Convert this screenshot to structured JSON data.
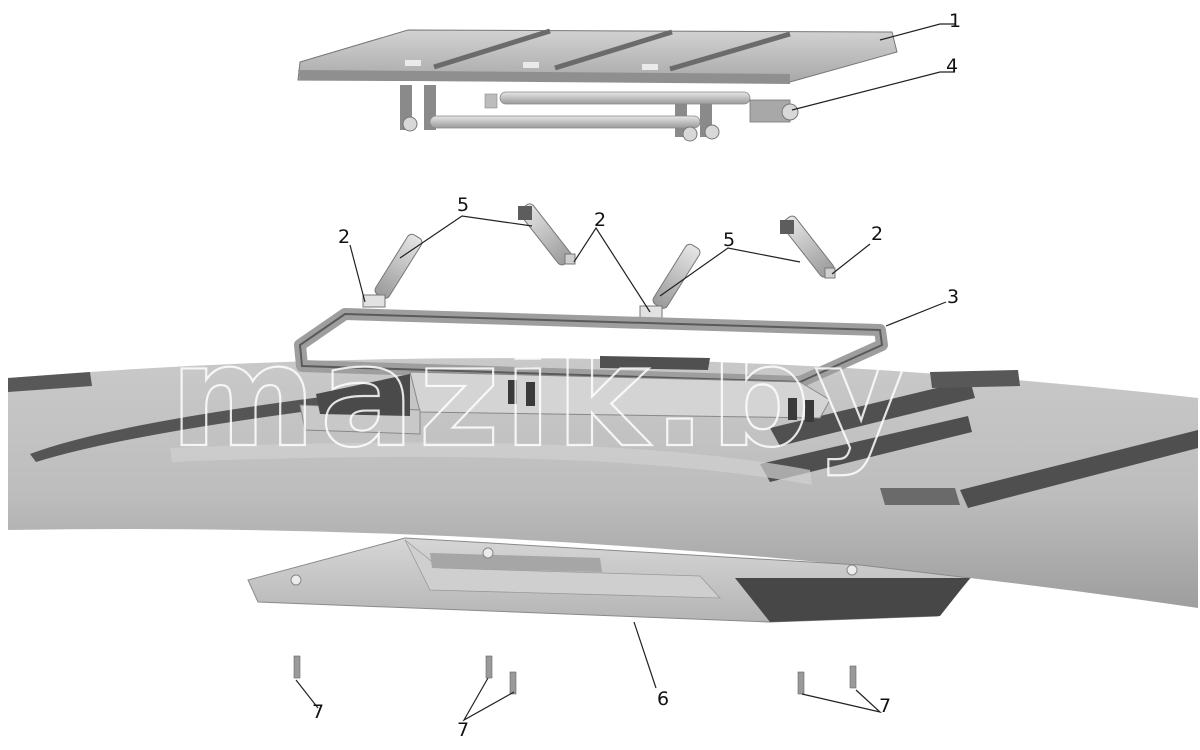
{
  "diagram": {
    "callouts": [
      {
        "id": "c1",
        "label": "1"
      },
      {
        "id": "c4",
        "label": "4"
      },
      {
        "id": "c5a",
        "label": "5"
      },
      {
        "id": "c2a",
        "label": "2"
      },
      {
        "id": "c2b",
        "label": "2"
      },
      {
        "id": "c5b",
        "label": "5"
      },
      {
        "id": "c2c",
        "label": "2"
      },
      {
        "id": "c3",
        "label": "3"
      },
      {
        "id": "c6",
        "label": "6"
      },
      {
        "id": "c7a",
        "label": "7"
      },
      {
        "id": "c7b",
        "label": "7"
      },
      {
        "id": "c7c",
        "label": "7"
      }
    ],
    "watermark": "mazik.by",
    "colors": {
      "part_fill": "#bdbdbd",
      "part_dark": "#5a5a5a",
      "background": "#ffffff"
    }
  }
}
